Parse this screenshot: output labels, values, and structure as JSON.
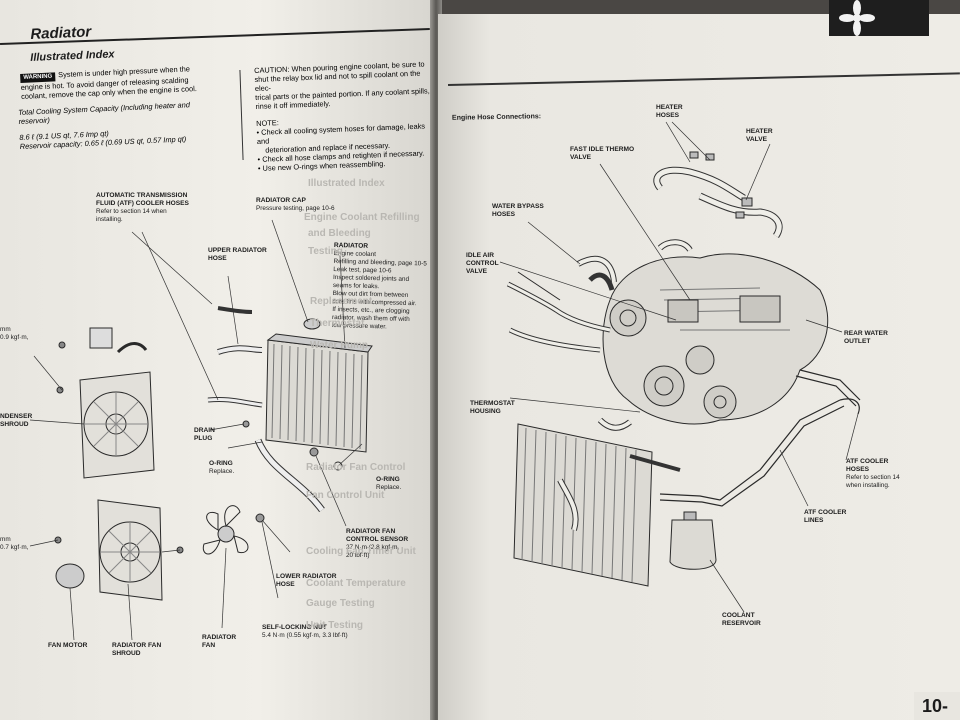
{
  "left": {
    "title": "Radiator",
    "subtitle": "Illustrated Index",
    "warning_badge": "WARNING",
    "warning_text": [
      "System is under high pressure when the",
      "engine is hot. To avoid danger of releasing scalding",
      "coolant, remove the cap only when the engine is cool."
    ],
    "caution": [
      "CAUTION: When pouring engine coolant, be sure to",
      "shut the relay box lid and not to spill coolant on the elec-",
      "trical parts or the painted portion. If any coolant spills,",
      "rinse it off immediately."
    ],
    "capacity_label": [
      "Total Cooling System Capacity (Including heater and",
      "reservoir)"
    ],
    "capacity_values": [
      "8.6 ℓ (9.1 US qt, 7.6 Imp qt)",
      "Reservoir capacity: 0.65 ℓ (0.69 US qt, 0.57 Imp qt)"
    ],
    "note_title": "NOTE:",
    "notes": [
      "Check all cooling system hoses for damage, leaks and",
      "deterioration and replace if necessary.",
      "Check all hose clamps and retighten if necessary.",
      "Use new O-rings when reassembling."
    ],
    "labels": {
      "atf_hoses": [
        "AUTOMATIC TRANSMISSION",
        "FLUID (ATF) COOLER HOSES"
      ],
      "atf_hoses_note": [
        "Refer to section 14 when",
        "installing."
      ],
      "radiator_cap": "RADIATOR CAP",
      "radiator_cap_note": "Pressure testing, page 10-6",
      "upper_hose": [
        "UPPER RADIATOR",
        "HOSE"
      ],
      "radiator": "RADIATOR",
      "radiator_note": [
        "Engine coolant",
        "Refilling and bleeding, page 10-5",
        "Leak test, page 10-6",
        "Inspect soldered joints and",
        "seams for leaks.",
        "Blow out dirt from between",
        "core fins with compressed air.",
        "If insects, etc., are clogging",
        "radiator, wash them off with",
        "low pressure water."
      ],
      "condenser_shroud": [
        "NDENSER",
        "SHROUD"
      ],
      "torque_top": [
        "mm",
        "0.9 kgf·m,"
      ],
      "torque_bottom": [
        "mm",
        "0.7 kgf·m,"
      ],
      "drain_plug": [
        "DRAIN",
        "PLUG"
      ],
      "oring_left": [
        "O-RING",
        "Replace."
      ],
      "oring_right": [
        "O-RING",
        "Replace."
      ],
      "fan_sensor": [
        "RADIATOR FAN",
        "CONTROL SENSOR",
        "27 N·m (2.8 kgf·m,",
        "20 lbf·ft)"
      ],
      "lower_hose": [
        "LOWER RADIATOR",
        "HOSE"
      ],
      "self_locking_nut": [
        "SELF-LOCKING NUT",
        "5.4 N·m (0.55 kgf·m, 3.3 lbf·ft)"
      ],
      "fan_motor": "FAN MOTOR",
      "fan_shroud": [
        "RADIATOR FAN",
        "SHROUD"
      ],
      "radiator_fan": [
        "RADIATOR",
        "FAN"
      ]
    }
  },
  "right": {
    "section_heading": "Engine Hose Connections:",
    "labels": {
      "heater_hoses": [
        "HEATER",
        "HOSES"
      ],
      "heater_valve": [
        "HEATER",
        "VALVE"
      ],
      "fast_idle": [
        "FAST IDLE THERMO",
        "VALVE"
      ],
      "water_bypass": [
        "WATER BYPASS",
        "HOSES"
      ],
      "iac_valve": [
        "IDLE AIR",
        "CONTROL",
        "VALVE"
      ],
      "rear_outlet": [
        "REAR WATER",
        "OUTLET"
      ],
      "thermostat": [
        "THERMOSTAT",
        "HOUSING"
      ],
      "atf_hoses": [
        "ATF COOLER",
        "HOSES",
        "Refer to section 14",
        "when installing."
      ],
      "atf_lines": [
        "ATF COOLER",
        "LINES"
      ],
      "reservoir": [
        "COOLANT",
        "RESERVOIR"
      ]
    },
    "page_number": "10-"
  },
  "show_through": [
    "Illustrated Index",
    "Engine Coolant Refilling",
    "and Bleeding",
    "Testing",
    "Replacement",
    "Thermostat",
    "Water Pump",
    "Radiator Fan Control",
    "Fan Control Unit",
    "Cooling Fan Timer Unit",
    "Coolant Temperature",
    "Gauge Testing",
    "Unit Testing"
  ],
  "colors": {
    "paper": "#eceae4",
    "ink": "#1c1c1c",
    "background": "#4a4744"
  }
}
